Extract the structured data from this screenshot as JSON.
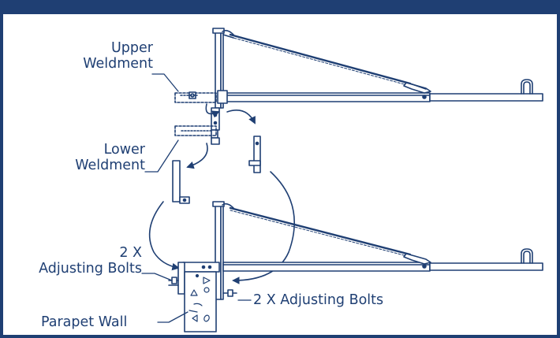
{
  "labels": {
    "upper_weldment_line1": "Upper",
    "upper_weldment_line2": "Weldment",
    "lower_weldment_line1": "Lower",
    "lower_weldment_line2": "Weldment",
    "adjusting_bolts_left_line1": "2 X",
    "adjusting_bolts_left_line2": "Adjusting Bolts",
    "adjusting_bolts_right": "2 X Adjusting Bolts",
    "parapet_wall": "Parapet Wall"
  },
  "colors": {
    "ink": "#1f3f73",
    "border": "#1f3f73",
    "background": "#ffffff"
  }
}
